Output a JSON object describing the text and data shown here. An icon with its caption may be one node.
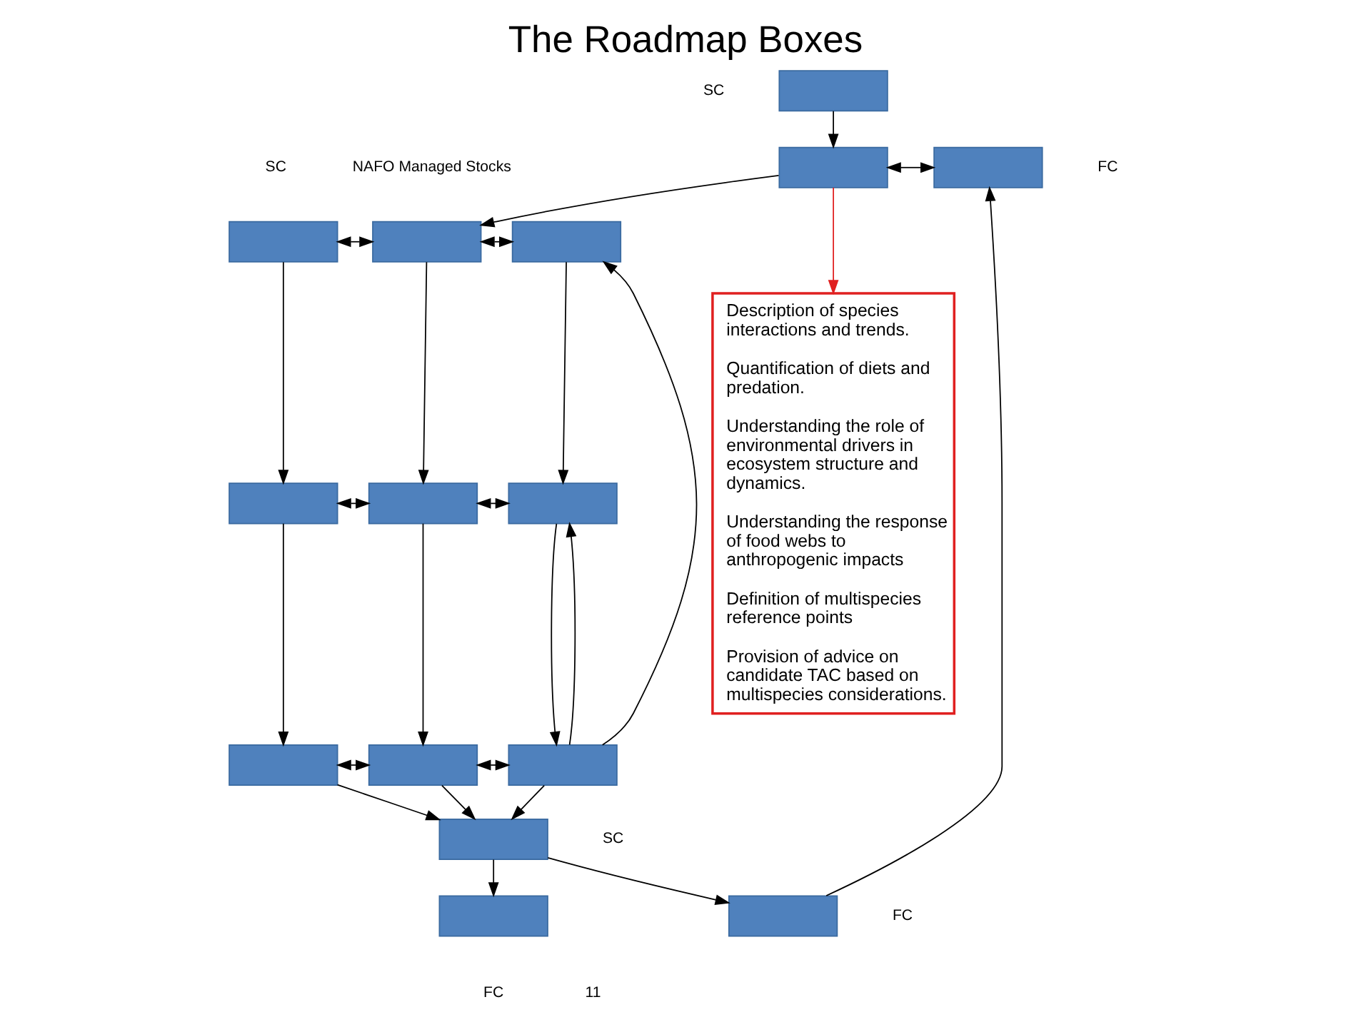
{
  "diagram": {
    "title": "The Roadmap Boxes",
    "nodes": [
      {
        "text": [],
        "shape": "box"
      },
      {
        "text": [],
        "shape": "box"
      },
      {
        "text": [],
        "shape": "box"
      },
      {
        "text": [],
        "shape": "box"
      },
      {
        "text": [],
        "shape": "box"
      },
      {
        "text": [],
        "shape": "box"
      },
      {
        "text": [],
        "shape": "box"
      },
      {
        "text": [],
        "shape": "box"
      },
      {
        "text": [],
        "shape": "box"
      },
      {
        "text": [],
        "shape": "box"
      },
      {
        "text": [],
        "shape": "box"
      },
      {
        "text": [],
        "shape": "box"
      },
      {
        "text": [],
        "shape": "box"
      },
      {
        "text": [],
        "shape": "box"
      },
      {
        "text": [],
        "shape": "box"
      },
      {
        "text": [
          "Description of species interactions and trends.",
          "Quantification of diets and predation.",
          "Understanding the role of environmental drivers in ecosystem structure and dynamics.",
          "Understanding the response of food webs to anthropogenic impacts",
          "Definition of multispecies reference points",
          "Provision of advice on candidate TAC based on multispecies considerations."
        ]
      }
    ],
    "edges": [
      {
        "from": 0,
        "to": 1,
        "arrow": "to"
      },
      {
        "from": 1,
        "to": 2,
        "arrow": "both"
      },
      {
        "from": 1,
        "to": 4,
        "arrow": "to"
      },
      {
        "from": 3,
        "to": 4,
        "arrow": "both"
      },
      {
        "from": 4,
        "to": 5,
        "arrow": "both"
      },
      {
        "from": 3,
        "to": 6,
        "arrow": "to"
      },
      {
        "from": 4,
        "to": 7,
        "arrow": "to"
      },
      {
        "from": 5,
        "to": 8,
        "arrow": "to"
      },
      {
        "from": 6,
        "to": 7,
        "arrow": "both"
      },
      {
        "from": 7,
        "to": 8,
        "arrow": "both"
      },
      {
        "from": 6,
        "to": 9,
        "arrow": "to"
      },
      {
        "from": 7,
        "to": 10,
        "arrow": "to"
      },
      {
        "from": 8,
        "to": 11,
        "arrow": "to"
      },
      {
        "from": 9,
        "to": 10,
        "arrow": "both"
      },
      {
        "from": 10,
        "to": 11,
        "arrow": "both"
      },
      {
        "from": 11,
        "to": 5,
        "arrow": "to"
      },
      {
        "from": 11,
        "to": 8,
        "arrow": "to"
      },
      {
        "from": 9,
        "to": 12,
        "arrow": "to"
      },
      {
        "from": 10,
        "to": 12,
        "arrow": "to"
      },
      {
        "from": 11,
        "to": 12,
        "arrow": "to"
      },
      {
        "from": 12,
        "to": 13,
        "arrow": "to"
      },
      {
        "from": 12,
        "to": 14,
        "arrow": "to"
      },
      {
        "from": 14,
        "to": 2,
        "arrow": "to"
      },
      {
        "from": 1,
        "to": 15,
        "arrow": "to",
        "color": "#e02020"
      }
    ],
    "labels": [
      "SC",
      "FC",
      "NAFO Managed Stocks",
      "SC",
      "SC",
      "FC",
      "FC",
      "11"
    ]
  }
}
